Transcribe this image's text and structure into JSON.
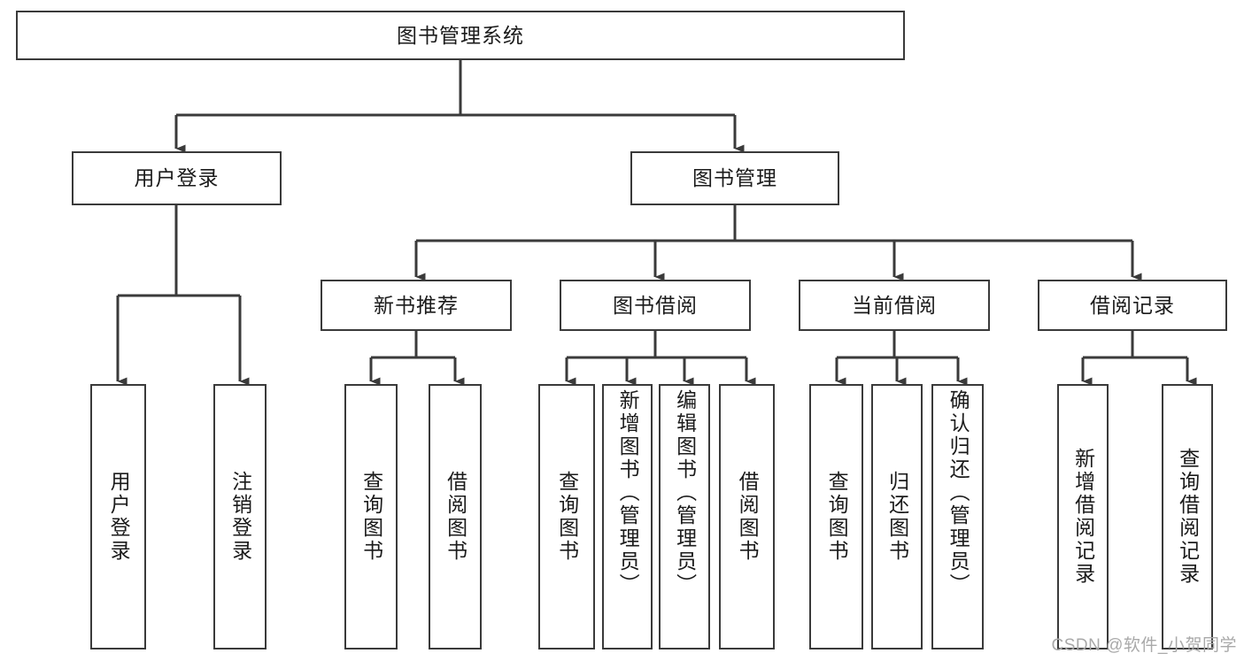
{
  "diagram": {
    "title": "图书管理系统",
    "type": "hierarchy-tree",
    "root": {
      "id": "root",
      "label": "图书管理系统"
    },
    "level2": [
      {
        "id": "user-login",
        "label": "用户登录"
      },
      {
        "id": "book-management",
        "label": "图书管理"
      }
    ],
    "level3": [
      {
        "id": "new-book-recommend",
        "label": "新书推荐",
        "parent": "book-management"
      },
      {
        "id": "book-borrow",
        "label": "图书借阅",
        "parent": "book-management"
      },
      {
        "id": "current-borrow",
        "label": "当前借阅",
        "parent": "book-management"
      },
      {
        "id": "borrow-record",
        "label": "借阅记录",
        "parent": "book-management"
      }
    ],
    "leaves": {
      "user_login": [
        {
          "id": "leaf-user-login",
          "label": "用户登录"
        },
        {
          "id": "leaf-logout-login",
          "label": "注销登录"
        }
      ],
      "new_book_recommend": [
        {
          "id": "leaf-query-book-1",
          "label": "查询图书"
        },
        {
          "id": "leaf-borrow-book-1",
          "label": "借阅图书"
        }
      ],
      "book_borrow": [
        {
          "id": "leaf-query-book-2",
          "label": "查询图书"
        },
        {
          "id": "leaf-add-book",
          "label": "新增图书（管理员）"
        },
        {
          "id": "leaf-edit-book",
          "label": "编辑图书（管理员）"
        },
        {
          "id": "leaf-borrow-book-2",
          "label": "借阅图书"
        }
      ],
      "current_borrow": [
        {
          "id": "leaf-query-book-3",
          "label": "查询图书"
        },
        {
          "id": "leaf-return-book",
          "label": "归还图书"
        },
        {
          "id": "leaf-confirm-return",
          "label": "确认归还（管理员）"
        }
      ],
      "borrow_record": [
        {
          "id": "leaf-add-record",
          "label": "新增借阅记录"
        },
        {
          "id": "leaf-query-record",
          "label": "查询借阅记录"
        }
      ]
    },
    "colors": {
      "border": "#3a3a3a",
      "text": "#1b1b1b",
      "background": "#ffffff",
      "watermark": "#a9a9a9"
    }
  },
  "watermark": {
    "text": "CSDN @软件_小贺同学"
  }
}
